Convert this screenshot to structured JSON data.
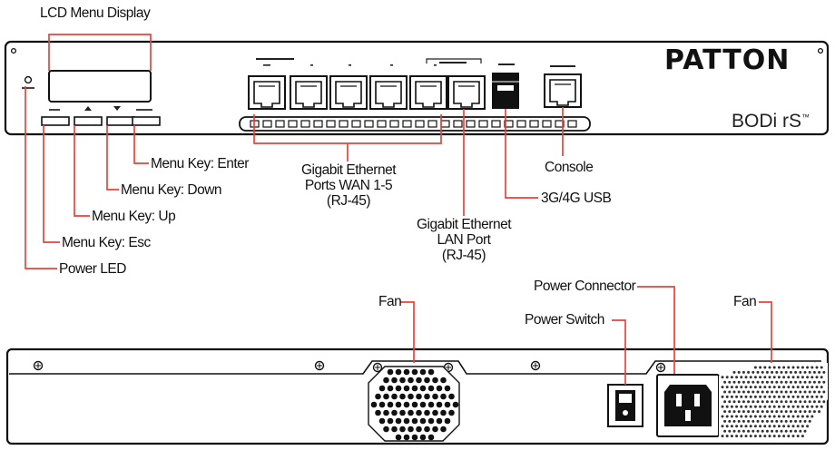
{
  "front_panel": {
    "brand": "PATTON",
    "model": "BODi rS",
    "trademark": "™"
  },
  "callouts": {
    "lcd_menu_display": "LCD Menu Display",
    "menu_key_enter": "Menu Key: Enter",
    "menu_key_down": "Menu Key: Down",
    "menu_key_up": "Menu Key: Up",
    "menu_key_esc": "Menu Key: Esc",
    "power_led": "Power LED",
    "gigabit_wan": [
      "Gigabit Ethernet",
      "Ports WAN 1-5",
      "(RJ-45)"
    ],
    "gigabit_lan": [
      "Gigabit Ethernet",
      "LAN Port",
      "(RJ-45)"
    ],
    "console": "Console",
    "usb": "3G/4G USB",
    "fan_left": "Fan",
    "power_connector": "Power Connector",
    "power_switch": "Power Switch",
    "fan_right": "Fan"
  },
  "colors": {
    "callout_line": "#e8423a",
    "outline": "#111111",
    "panel_fill": "#ffffff"
  }
}
